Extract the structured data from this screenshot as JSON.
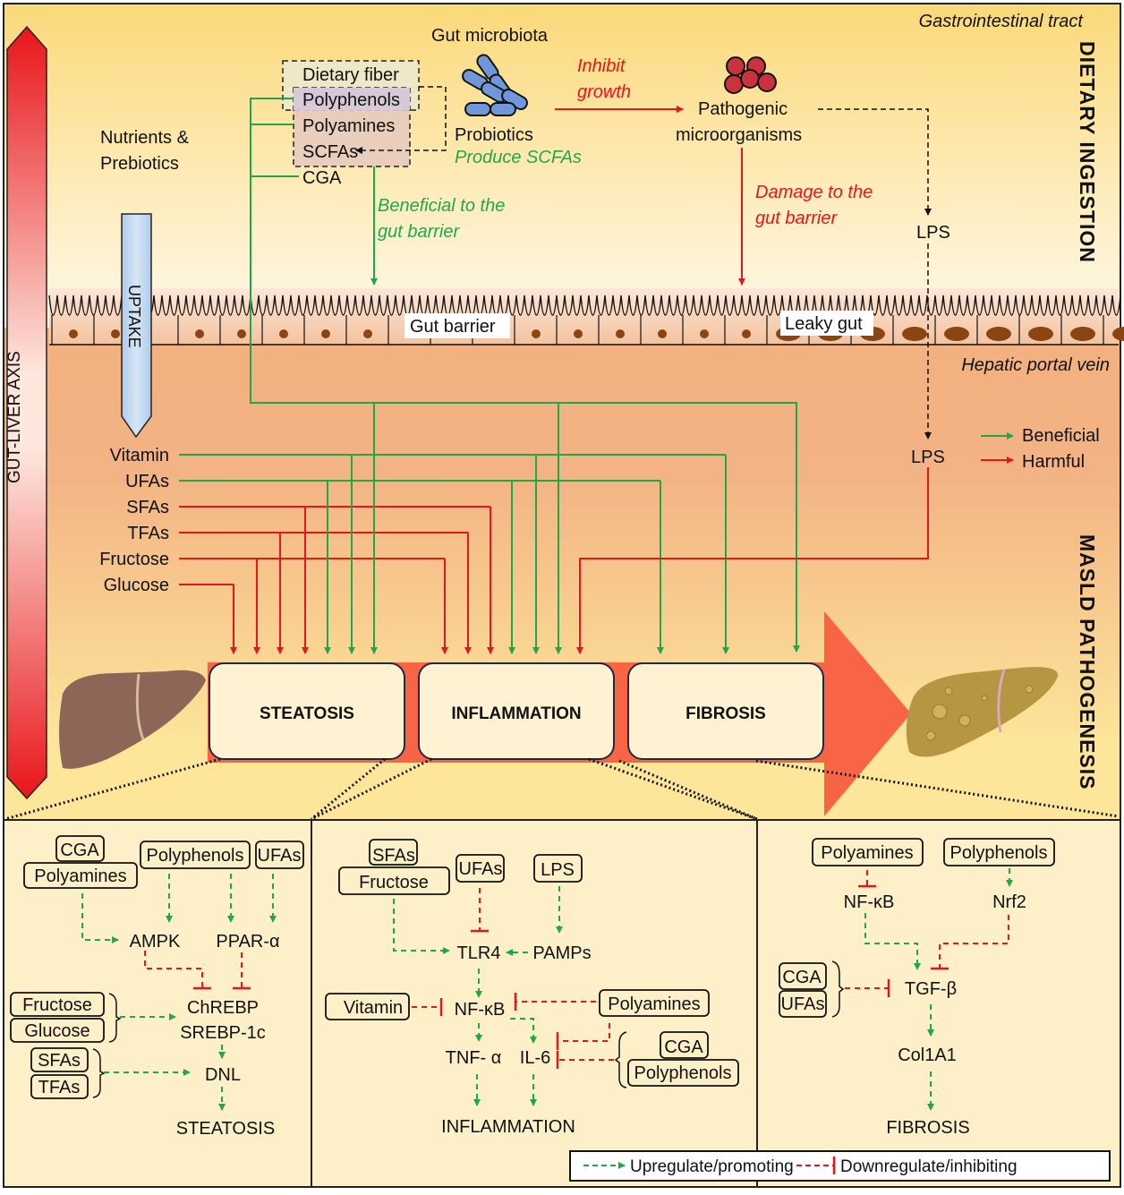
{
  "colors": {
    "beneficial": "#1fa84a",
    "harmful": "#e8151b",
    "top_bg_start": "#fbd97a",
    "top_bg_end": "#fff7e6",
    "portal_bg": "#f3b07f",
    "lower_bg": "#fde69a",
    "panel_bg": "#fdf0c8",
    "stage_box_fill": "#fef2d2",
    "progress_arrow": "#f76545",
    "axis_arrow": "#e8151b",
    "uptake_arrow": "#bcd5ef",
    "healthy_liver": "#8e6658",
    "diseased_liver": "#b69642",
    "probiotic_fill": "#6f97d9",
    "pathogen_fill": "#c9333d"
  },
  "header": {
    "gi_tract_label": "Gastrointestinal tract",
    "dietary_ingestion": "DIETARY INGESTION",
    "masld_pathogenesis": "MASLD PATHOGENESIS",
    "gut_liver_axis": "GUT-LIVER AXIS",
    "uptake": "UPTAKE"
  },
  "gut": {
    "microbiota_title": "Gut microbiota",
    "nutrients_prebiotics": [
      "Nutrients &",
      "Prebiotics"
    ],
    "microbial_products": [
      "Dietary fiber",
      "Polyphenols",
      "Polyamines",
      "SCFAs",
      "CGA"
    ],
    "probiotics": "Probiotics",
    "produce_scfas": "Produce SCFAs",
    "inhibit_growth": [
      "Inhibit",
      "growth"
    ],
    "pathogenic": [
      "Pathogenic",
      "microorganisms"
    ],
    "beneficial_barrier": [
      "Beneficial to the",
      "gut barrier"
    ],
    "damage_barrier": [
      "Damage to the",
      "gut barrier"
    ],
    "lps_top": "LPS",
    "gut_barrier": "Gut barrier",
    "leaky_gut": "Leaky gut",
    "hepatic_portal_vein": "Hepatic portal vein",
    "lps_portal": "LPS"
  },
  "nutrients": [
    "Vitamin",
    "UFAs",
    "SFAs",
    "TFAs",
    "Fructose",
    "Glucose"
  ],
  "legend_top": {
    "beneficial": "Beneficial",
    "harmful": "Harmful"
  },
  "stages": [
    "STEATOSIS",
    "INFLAMMATION",
    "FIBROSIS"
  ],
  "panels": {
    "steatosis": {
      "nodes": {
        "cga": "CGA",
        "polyamines": "Polyamines",
        "polyphenols": "Polyphenols",
        "ufas": "UFAs",
        "ampk": "AMPK",
        "ppar": "PPAR-α",
        "fructose": "Fructose",
        "glucose": "Glucose",
        "chrebp": "ChREBP",
        "srebp": "SREBP-1c",
        "sfas": "SFAs",
        "tfas": "TFAs",
        "dnl": "DNL",
        "outcome": "STEATOSIS"
      }
    },
    "inflammation": {
      "nodes": {
        "sfas": "SFAs",
        "fructose": "Fructose",
        "ufas": "UFAs",
        "lps": "LPS",
        "tlr4": "TLR4",
        "pamps": "PAMPs",
        "vitamin": "Vitamin",
        "nfkb": "NF-κB",
        "polyamines": "Polyamines",
        "tnf": "TNF- α",
        "il6": "IL-6",
        "cga": "CGA",
        "polyphenols": "Polyphenols",
        "outcome": "INFLAMMATION"
      }
    },
    "fibrosis": {
      "nodes": {
        "polyamines": "Polyamines",
        "polyphenols": "Polyphenols",
        "nfkb": "NF-κB",
        "nrf2": "Nrf2",
        "cga": "CGA",
        "ufas": "UFAs",
        "tgfb": "TGF-β",
        "col1a1": "Col1A1",
        "outcome": "FIBROSIS"
      }
    }
  },
  "legend_bottom": {
    "upregulate": "Upregulate/promoting",
    "downregulate": "Downregulate/inhibiting"
  }
}
